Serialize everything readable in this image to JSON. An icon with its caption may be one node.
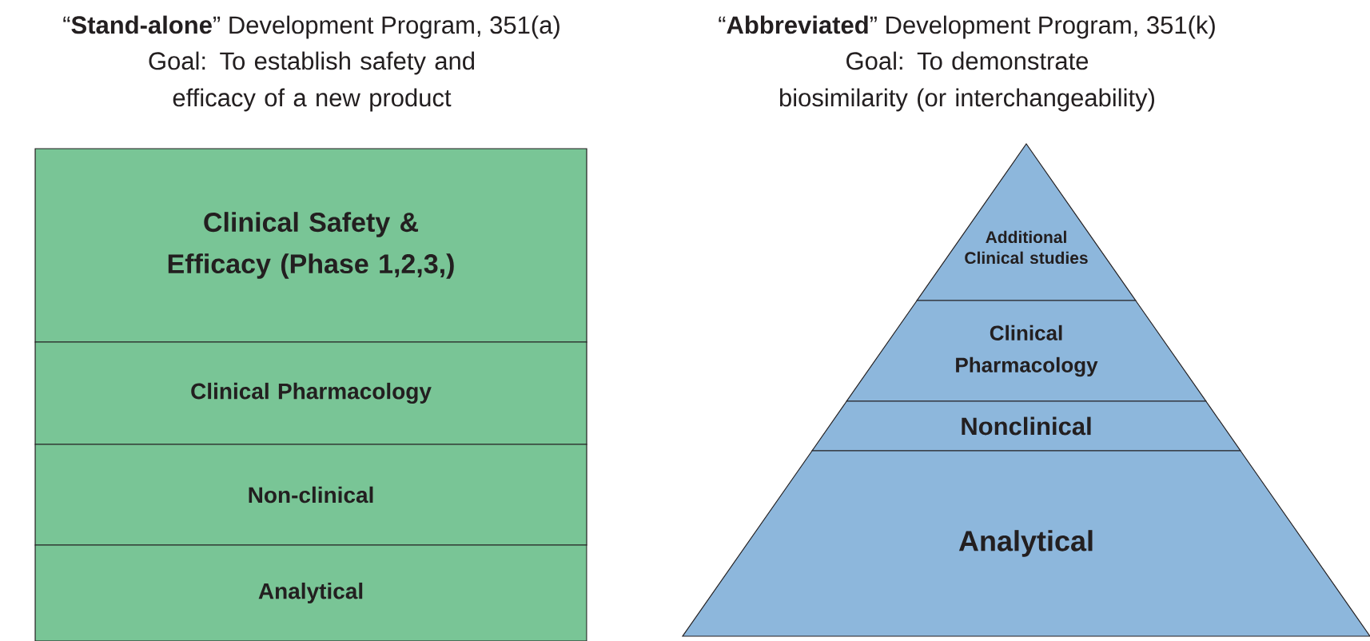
{
  "diagram": {
    "nodes": [
      {
        "text": [
          "Clinical Safety & Efficacy (Phase 1,2,3,)"
        ]
      },
      {
        "text": [
          "Clinical Pharmacology"
        ]
      },
      {
        "text": [
          "Non-clinical"
        ]
      },
      {
        "text": [
          "Analytical"
        ]
      },
      {
        "text": [
          "Additional Clinical studies"
        ]
      },
      {
        "text": [
          "Clinical Pharmacology"
        ]
      },
      {
        "text": [
          "Nonclinical"
        ]
      },
      {
        "text": [
          "Analytical"
        ]
      }
    ],
    "edges": [],
    "labels": [
      "“**Stand-alone**” Development Program, 351(a)",
      "Goal: To establish safety and efficacy of a new product",
      "“**Abbreviated**” Development Program, 351(k)",
      "Goal: To demonstrate biosimilarity (or interchangeability)"
    ]
  }
}
